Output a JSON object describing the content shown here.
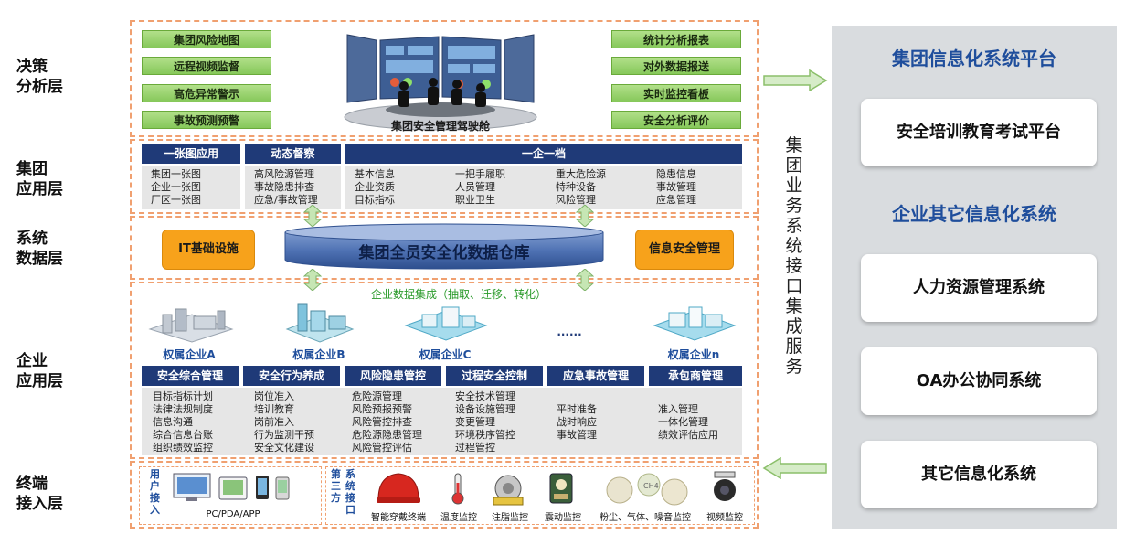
{
  "layers": {
    "decision": "决策\n分析层",
    "group_app": "集团\n应用层",
    "system_data": "系统\n数据层",
    "enterprise_app": "企业\n应用层",
    "terminal": "终端\n接入层"
  },
  "decision": {
    "left_buttons": [
      "集团风险地图",
      "远程视频监督",
      "高危异常警示",
      "事故预测预警"
    ],
    "right_buttons": [
      "统计分析报表",
      "对外数据报送",
      "实时监控看板",
      "安全分析评价"
    ],
    "cockpit_caption": "集团安全管理驾驶舱"
  },
  "group_app": {
    "headers": [
      "一张图应用",
      "动态督察",
      "一企一档"
    ],
    "col1": [
      "集团一张图",
      "企业一张图",
      "厂区一张图"
    ],
    "col2": [
      "高风险源管理",
      "事故隐患排查",
      "应急/事故管理"
    ],
    "col3": [
      "基本信息",
      "企业资质",
      "目标指标"
    ],
    "col4": [
      "一把手履职",
      "人员管理",
      "职业卫生"
    ],
    "col5": [
      "重大危险源",
      "特种设备",
      "风险管理"
    ],
    "col6": [
      "隐患信息",
      "事故管理",
      "应急管理"
    ]
  },
  "system_data": {
    "left": "IT基础设施",
    "center": "集团全员安全化数据仓库",
    "right": "信息安全管理"
  },
  "enterprise_app": {
    "integration": "企业数据集成（抽取、迁移、转化）",
    "enterprises": [
      "权属企业A",
      "权属企业B",
      "权属企业C",
      "......",
      "权属企业n"
    ],
    "headers": [
      "安全综合管理",
      "安全行为养成",
      "风险隐患管控",
      "过程安全控制",
      "应急事故管理",
      "承包商管理"
    ],
    "cols": [
      [
        "目标指标计划",
        "法律法规制度",
        "信息沟通",
        "综合信息台账",
        "组织绩效监控"
      ],
      [
        "岗位准入",
        "培训教育",
        "岗前准入",
        "行为监测干预",
        "安全文化建设"
      ],
      [
        "危险源管理",
        "风险预报预警",
        "风险管控排查",
        "危险源隐患管理",
        "风险管控评估"
      ],
      [
        "安全技术管理",
        "设备设施管理",
        "变更管理",
        "环境秩序管控",
        "过程管控"
      ],
      [
        "平时准备",
        "战时响应",
        "事故管理"
      ],
      [
        "准入管理",
        "一体化管理",
        "绩效评估应用"
      ]
    ]
  },
  "terminal": {
    "user_access": "用户接入",
    "pc_caption": "PC/PDA/APP",
    "third_party": "第三方",
    "system_interface": "系统接口",
    "icons": [
      "智能穿戴终端",
      "温度监控",
      "注脂监控",
      "震动监控",
      "粉尘、气体、噪音监控",
      "视频监控"
    ]
  },
  "interface_text": "集团业务系统接口集成服务",
  "right_panel": {
    "title1": "集团信息化系统平台",
    "box1": "安全培训教育考试平台",
    "title2": "企业其它信息化系统",
    "boxes": [
      "人力资源管理系统",
      "OA办公协同系统",
      "其它信息化系统"
    ]
  },
  "colors": {
    "navy": "#1f3a78",
    "green": "#92d050",
    "orange": "#f7a21b",
    "title_blue": "#1f4e9c",
    "dash": "#f0a070",
    "panel": "#d9dcdf"
  }
}
